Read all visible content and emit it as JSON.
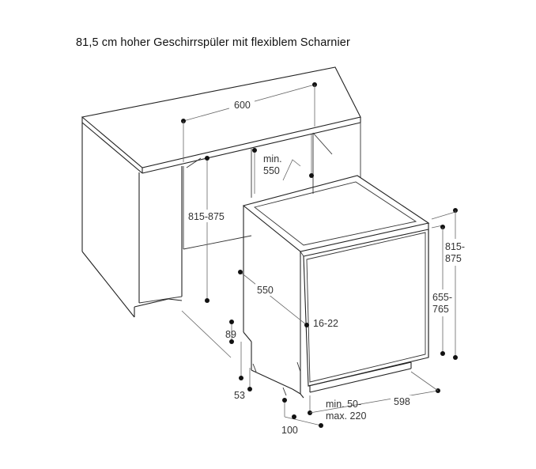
{
  "title": "81,5 cm hoher Geschirrspüler mit flexiblem Scharnier",
  "dimensions": {
    "d600": "600",
    "min": "min.",
    "d550_top": "550",
    "d815_875_left": "815-875",
    "d550_side": "550",
    "d89": "89",
    "d53": "53",
    "d16_22": "16-22",
    "d815_right_a": "815-",
    "d815_right_b": "875",
    "d655_a": "655-",
    "d655_b": "765",
    "min50": "min. 50-",
    "max220": "max. 220",
    "d598": "598",
    "d100": "100"
  },
  "colors": {
    "line": "#222222",
    "text": "#333333",
    "background": "#ffffff"
  }
}
